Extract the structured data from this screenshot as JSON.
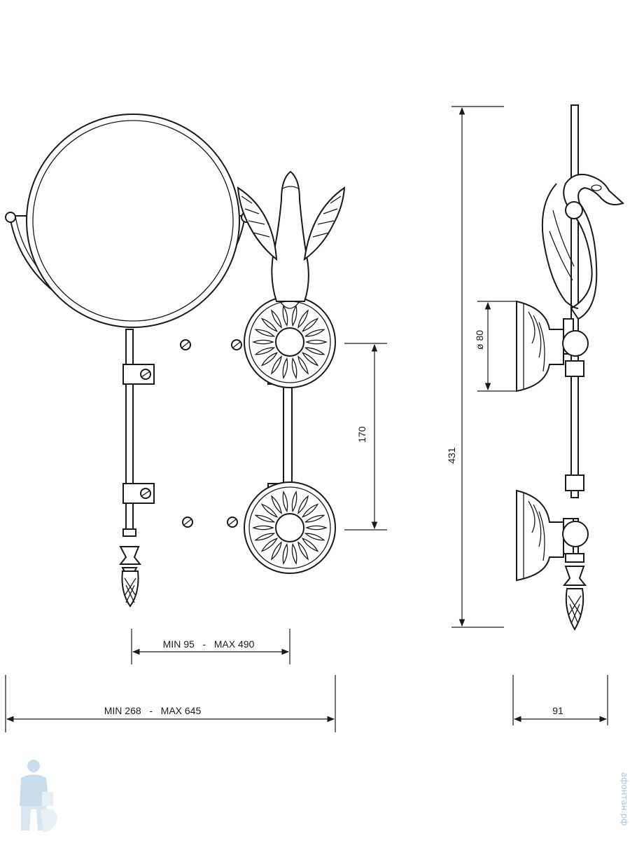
{
  "dimensions": {
    "arm_extension": "MIN 95   -   MAX 490",
    "total_width": "MIN 268   -   MAX 645",
    "mount_spacing": "170",
    "total_height": "431",
    "rosette_diameter": "ø 80",
    "depth": "91"
  },
  "watermark": {
    "text": "афонтан.рф",
    "icon": "plumber-mascot-icon"
  }
}
